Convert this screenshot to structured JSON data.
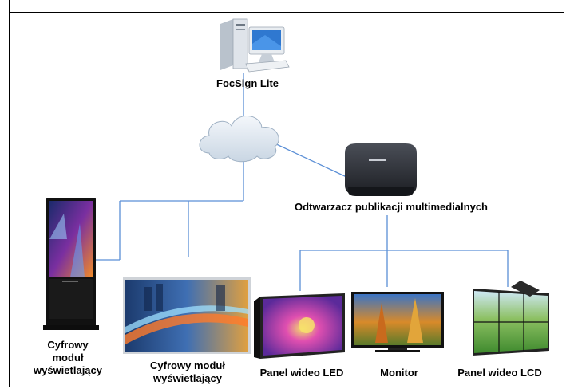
{
  "labels": {
    "server": "FocSign Lite",
    "player": "Odtwarzacz publikacji multimedialnych",
    "kiosk": "Cyfrowy\nmoduł\nwyświetlający",
    "wall_display": "Cyfrowy moduł\nwyświetlający",
    "led_panel": "Panel wideo LED",
    "monitor": "Monitor",
    "lcd_panel": "Panel wideo LCD"
  },
  "colors": {
    "connector": "#5b8fd6",
    "cloud": "#dde6ef",
    "player_body": "#2c2f36"
  }
}
